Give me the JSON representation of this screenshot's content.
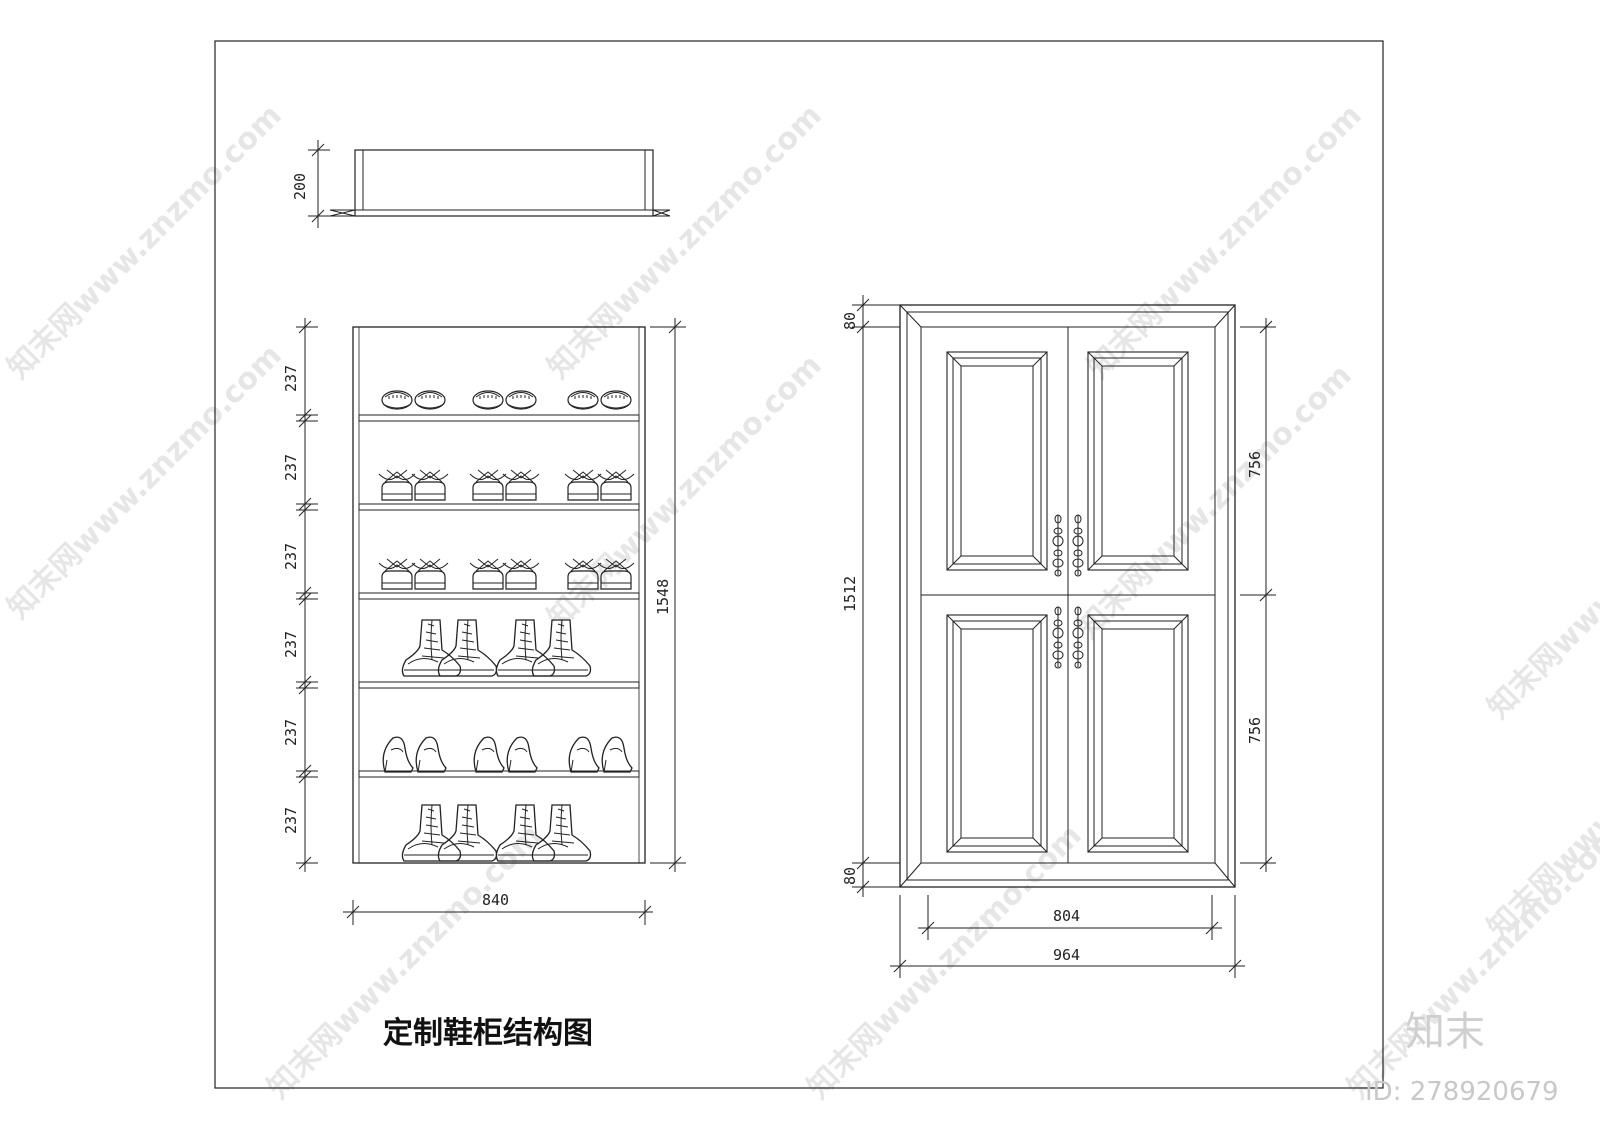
{
  "title": "定制鞋柜结构图",
  "watermark": {
    "brand": "知末",
    "id_text": "ID: 278920679",
    "repeat_text": "知末网www.znzmo.com"
  },
  "top_view": {
    "depth_label": "200"
  },
  "shoe_rack": {
    "shelf_height_labels": [
      "237",
      "237",
      "237",
      "237",
      "237",
      "237"
    ],
    "total_height_label": "1548",
    "width_label": "840",
    "shelves": [
      {
        "shoe_type": "slipper-icon"
      },
      {
        "shoe_type": "bow-sandal-icon"
      },
      {
        "shoe_type": "bow-sandal-icon"
      },
      {
        "shoe_type": "high-top-boot-icon"
      },
      {
        "shoe_type": "high-heel-icon"
      },
      {
        "shoe_type": "high-top-boot-icon"
      }
    ]
  },
  "door_elevation": {
    "top_frame_label": "80",
    "bottom_frame_label": "80",
    "total_height_label": "1512",
    "upper_panel_label": "756",
    "lower_panel_label": "756",
    "inner_width_label": "804",
    "outer_width_label": "964"
  },
  "colors": {
    "line": "#222222",
    "watermark": "#e6e6e6"
  }
}
